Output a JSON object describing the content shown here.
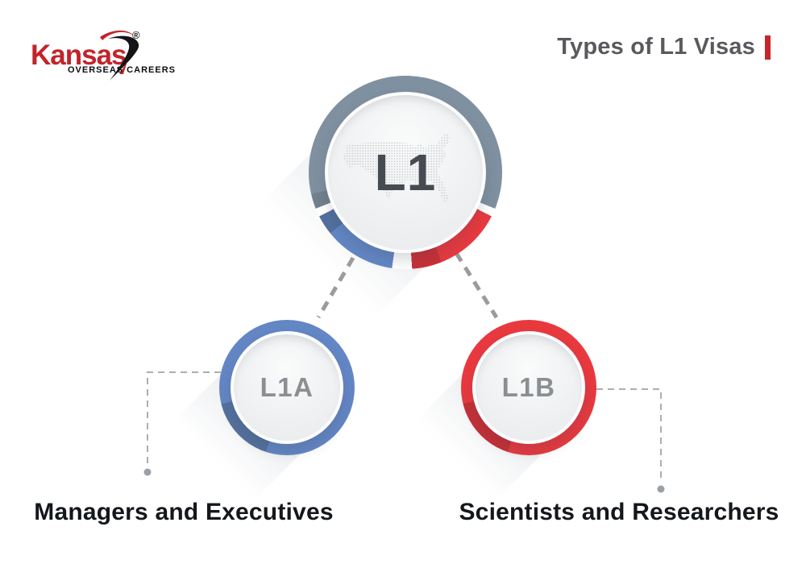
{
  "logo": {
    "brand": "Kansas",
    "registered": "®",
    "tagline": "OVERSEAS CAREERS",
    "brand_color": "#c2242b",
    "tagline_color": "#0d0d10"
  },
  "header": {
    "title": "Types of L1 Visas",
    "title_color": "#595a5e",
    "accent_bar_color": "#c8252c"
  },
  "diagram": {
    "root": {
      "label": "L1",
      "label_color": "#464b51",
      "ring_colors": {
        "slate": "#7f90a0",
        "blue": "#6386c5",
        "red": "#e8393f"
      },
      "map": "usa-dotted-map"
    },
    "branches": [
      {
        "label": "L1A",
        "ring_color": "#6386c5",
        "description": "Managers and Executives"
      },
      {
        "label": "L1B",
        "ring_color": "#e8393f",
        "description": "Scientists and Researchers"
      }
    ],
    "branch_label_color": "#8b8f93",
    "description_color": "#14171b",
    "connector_color": "#9b9b9b",
    "connector_thin_color": "#aeaeae",
    "dot_color": "#9aa0a5"
  }
}
